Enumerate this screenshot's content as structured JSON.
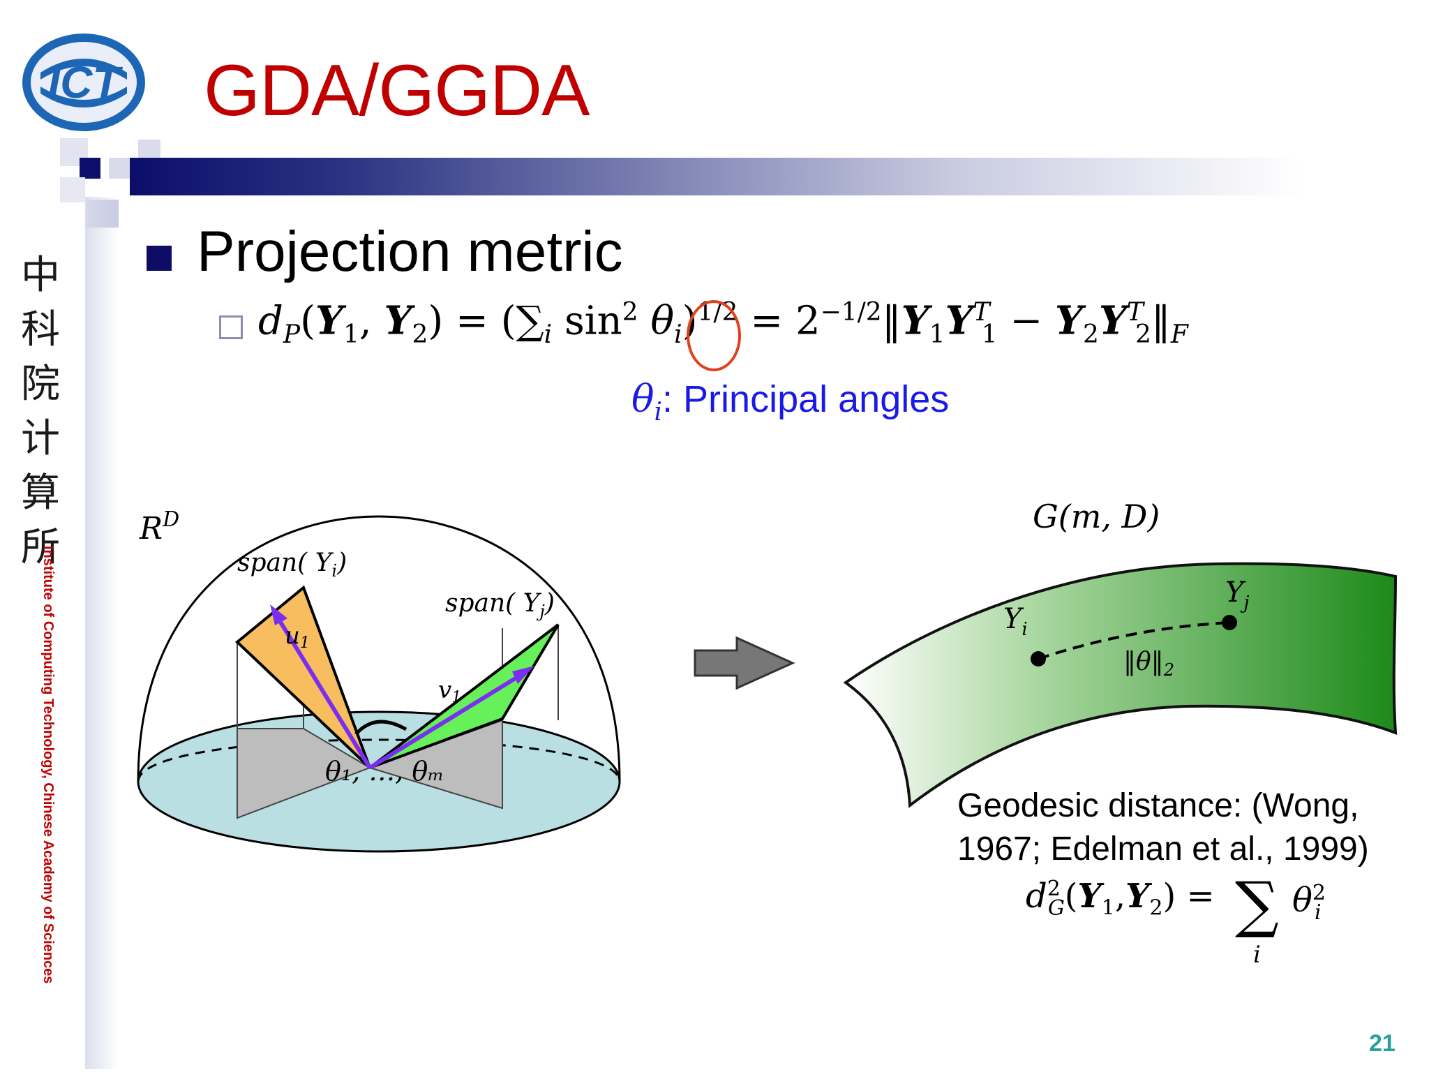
{
  "slide": {
    "logo_text": "ICT",
    "title": "GDA/GGDA",
    "cn_chars": [
      "中",
      "科",
      "院",
      "计",
      "算",
      "所"
    ],
    "institute": "Institute of Computing Technology, Chinese Academy of Sciences",
    "heading": "Projection metric",
    "formula": {
      "lhs_d": "d",
      "lhs_sub": "P",
      "Y": "Y",
      "one": "1",
      "two": "2",
      "comma": ",",
      "open": "(",
      "close": ")",
      "eq": "=",
      "sum": "∑",
      "sum_sub": "i",
      "sin": "sin",
      "sq": "2",
      "theta": "θ",
      "theta_sub": "i",
      "half": "1/2",
      "coef": "2",
      "coef_exp": "−1/2",
      "norm": "‖",
      "T": "T",
      "minus": "−",
      "F": "F"
    },
    "principal": {
      "theta": "θ",
      "sub": "i",
      "label": ": Principal angles"
    },
    "geodesic": {
      "line1": "Geodesic distance: (Wong,",
      "line2": "1967; Edelman et al., 1999)",
      "d": "d",
      "sup": "2",
      "sub": "G",
      "Y": "Y",
      "one": "1",
      "two": "2",
      "open": "(",
      "close": ")",
      "comma": ",",
      "eq": "=",
      "sum": "∑",
      "sum_index": "i",
      "theta": "θ",
      "theta_sub": "i",
      "theta_sup": "2"
    },
    "page_number": "21"
  },
  "diagram": {
    "space_label": "R",
    "space_sup": "D",
    "span_i": "span( Y",
    "span_i_sub": "i",
    "span_j": "span( Y",
    "span_j_sub": "j",
    "close_paren": ")",
    "u": "u",
    "u_sub": "1",
    "v": "v",
    "v_sub": "1",
    "angles": "θ₁, …, θₘ",
    "manifold": "G(m,  D)",
    "Yi": "Y",
    "Yi_sub": "i",
    "Yj": "Y",
    "Yj_sub": "j",
    "norm_label": "‖θ‖",
    "norm_sub": "2"
  },
  "colors": {
    "title": "#c00000",
    "bullet": "#0d0d66",
    "principal": "#1a1ae6",
    "circle": "#e0401a",
    "page_number": "#2aa198",
    "plane_i": "#f7bd5e",
    "plane_j": "#66f05a",
    "arrow": "#7a2ff0",
    "disk": "#b9dfe3",
    "manifold": "#1d8a1a"
  }
}
